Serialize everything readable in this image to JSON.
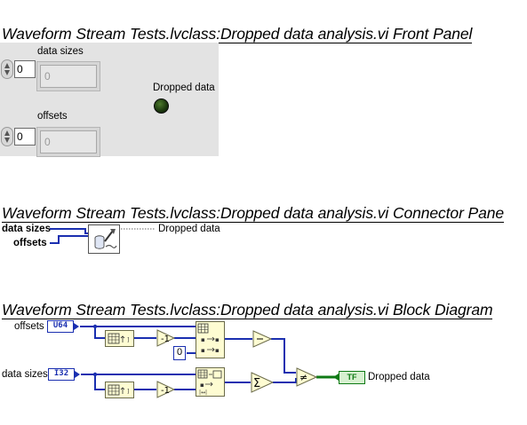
{
  "front_panel": {
    "heading": "Waveform Stream Tests.lvclass:Dropped data analysis.vi Front Panel",
    "data_sizes": {
      "label": "data sizes",
      "index": "0",
      "element": "0"
    },
    "offsets": {
      "label": "offsets",
      "index": "0",
      "element": "0"
    },
    "dropped_data": {
      "label": "Dropped data",
      "state": false,
      "color": "#1e3a10"
    }
  },
  "connector_pane": {
    "heading": "Waveform Stream Tests.lvclass:Dropped data analysis.vi Connector Pane",
    "inputs": [
      "data sizes",
      "offsets"
    ],
    "output": "Dropped data",
    "icon": "waveform-vi-icon"
  },
  "block_diagram": {
    "heading": "Waveform Stream Tests.lvclass:Dropped data analysis.vi Block Diagram",
    "offsets_label": "offsets",
    "offsets_type": "U64",
    "data_sizes_label": "data sizes",
    "data_sizes_type": "I32",
    "constant": "0",
    "indicator_type": "TF",
    "indicator_label": "Dropped data",
    "wire_color": "#1a2fb0",
    "bool_color": "#0f7a15"
  }
}
